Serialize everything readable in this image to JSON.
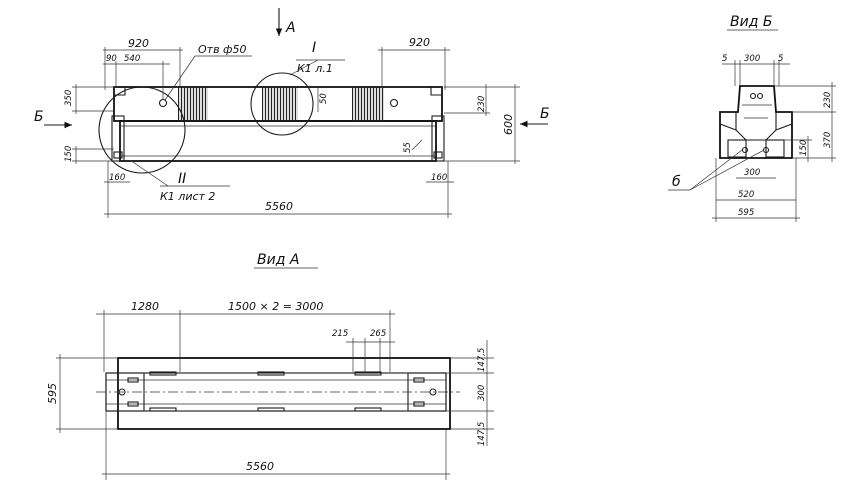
{
  "top_view": {
    "view_arrow_label": "А",
    "section_left_label": "Б",
    "section_right_label": "Б",
    "dim_920_left": "920",
    "dim_920_right": "920",
    "dim_90": "90",
    "dim_540": "540",
    "dim_350": "350",
    "dim_150": "150",
    "dim_160_left": "160",
    "dim_160_right": "160",
    "dim_50": "50",
    "dim_55": "55",
    "dim_230": "230",
    "dim_600": "600",
    "dim_5560": "5560",
    "hole_note": "Отв ф50",
    "callout_1_numeral": "I",
    "callout_1_ref": "К1 л.1",
    "callout_2_numeral": "II",
    "callout_2_ref": "К1 лист 2"
  },
  "view_a": {
    "title": "Вид А",
    "dim_1280": "1280",
    "dim_1500x2": "1500 × 2 = 3000",
    "dim_215": "215",
    "dim_265": "265",
    "dim_595": "595",
    "dim_147_5_top": "147,5",
    "dim_300": "300",
    "dim_147_5_bottom": "147,5",
    "dim_5560": "5560"
  },
  "view_b": {
    "title": "Вид Б",
    "dim_5_left": "5",
    "dim_300_top": "300",
    "dim_5_right": "5",
    "dim_230": "230",
    "dim_370": "370",
    "dim_150": "150",
    "dim_300_bottom": "300",
    "dim_520": "520",
    "dim_595": "595",
    "detail_label": "б"
  }
}
